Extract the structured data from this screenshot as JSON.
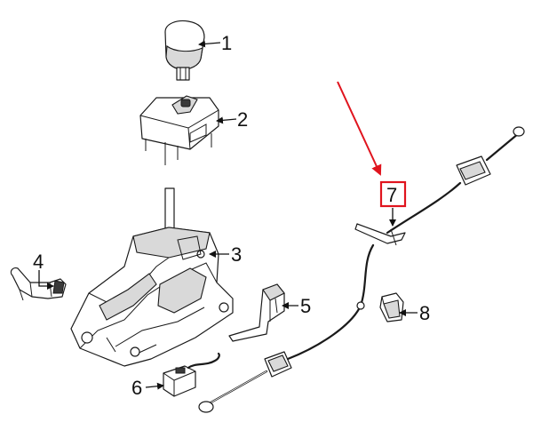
{
  "diagram": {
    "callouts": [
      {
        "id": "1",
        "label": "1"
      },
      {
        "id": "2",
        "label": "2"
      },
      {
        "id": "3",
        "label": "3"
      },
      {
        "id": "4",
        "label": "4"
      },
      {
        "id": "5",
        "label": "5"
      },
      {
        "id": "6",
        "label": "6"
      },
      {
        "id": "7",
        "label": "7"
      },
      {
        "id": "8",
        "label": "8"
      }
    ],
    "highlight": {
      "callout": "7",
      "color": "#e0141e"
    }
  }
}
